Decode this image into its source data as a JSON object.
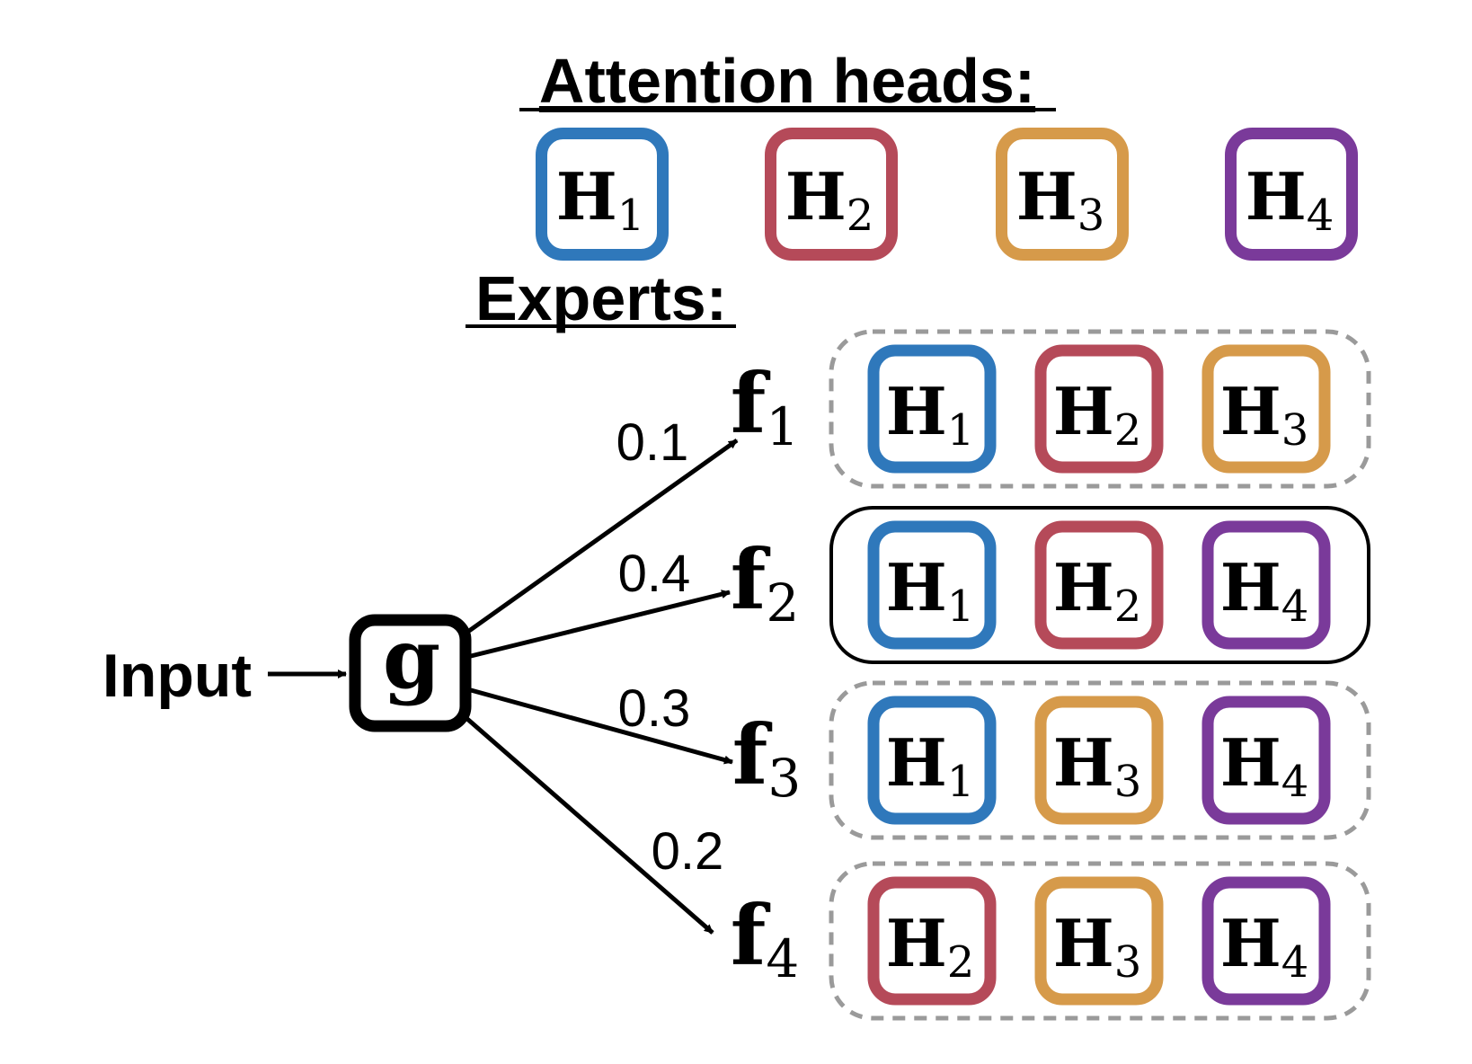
{
  "section_titles": {
    "heads": "Attention heads:",
    "experts": "Experts:"
  },
  "input_label": "Input",
  "gate_label": "g",
  "head_symbol": "H",
  "expert_symbol": "f",
  "colors": {
    "1": "#2f78bb",
    "2": "#b54a59",
    "3": "#d69a4a",
    "4": "#7a3a9a",
    "dashed": "#9a9a9a",
    "ink": "#000000"
  },
  "attention_heads": [
    "1",
    "2",
    "3",
    "4"
  ],
  "experts": [
    {
      "index": "1",
      "weight": "0.1",
      "heads": [
        "1",
        "2",
        "3"
      ],
      "selected": false
    },
    {
      "index": "2",
      "weight": "0.4",
      "heads": [
        "1",
        "2",
        "4"
      ],
      "selected": true
    },
    {
      "index": "3",
      "weight": "0.3",
      "heads": [
        "1",
        "3",
        "4"
      ],
      "selected": false
    },
    {
      "index": "4",
      "weight": "0.2",
      "heads": [
        "2",
        "3",
        "4"
      ],
      "selected": false
    }
  ]
}
